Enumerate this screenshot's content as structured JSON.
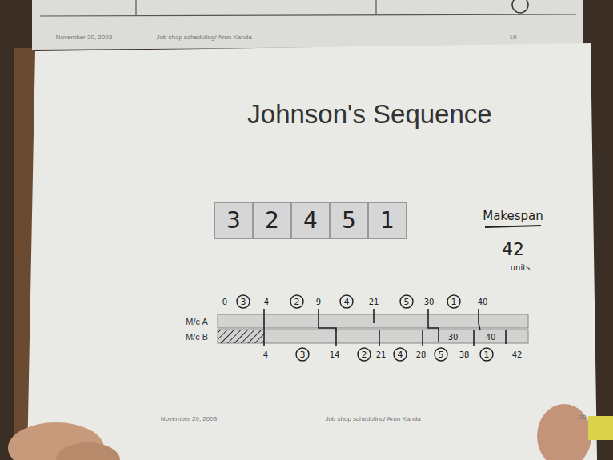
{
  "diagram": {
    "title": "Johnson's Sequence",
    "nodes": [
      {
        "text": [
          "3"
        ]
      },
      {
        "text": [
          "2"
        ]
      },
      {
        "text": [
          "4"
        ]
      },
      {
        "text": [
          "5"
        ]
      },
      {
        "text": [
          "1"
        ]
      },
      {
        "text": [
          "3"
        ]
      },
      {
        "text": [
          "2"
        ]
      },
      {
        "text": [
          "4"
        ]
      },
      {
        "text": [
          "5"
        ]
      },
      {
        "text": [
          "1"
        ]
      },
      {
        "text": [
          "3"
        ]
      },
      {
        "text": [
          "2"
        ]
      },
      {
        "text": [
          "4"
        ]
      },
      {
        "text": [
          "5"
        ]
      },
      {
        "text": [
          "1"
        ]
      }
    ],
    "labels": [
      "November 20, 2003",
      "Job shop scheduling/ Arun Kanda",
      "19",
      "Makespan",
      "42",
      "units",
      "M/c A",
      "M/c B",
      "0",
      "4",
      "9",
      "21",
      "30",
      "40",
      "30",
      "40",
      "4",
      "14",
      "21",
      "28",
      "38",
      "42",
      "November 20, 2003",
      "Job shop scheduling/ Arun Kanda",
      "20"
    ]
  }
}
